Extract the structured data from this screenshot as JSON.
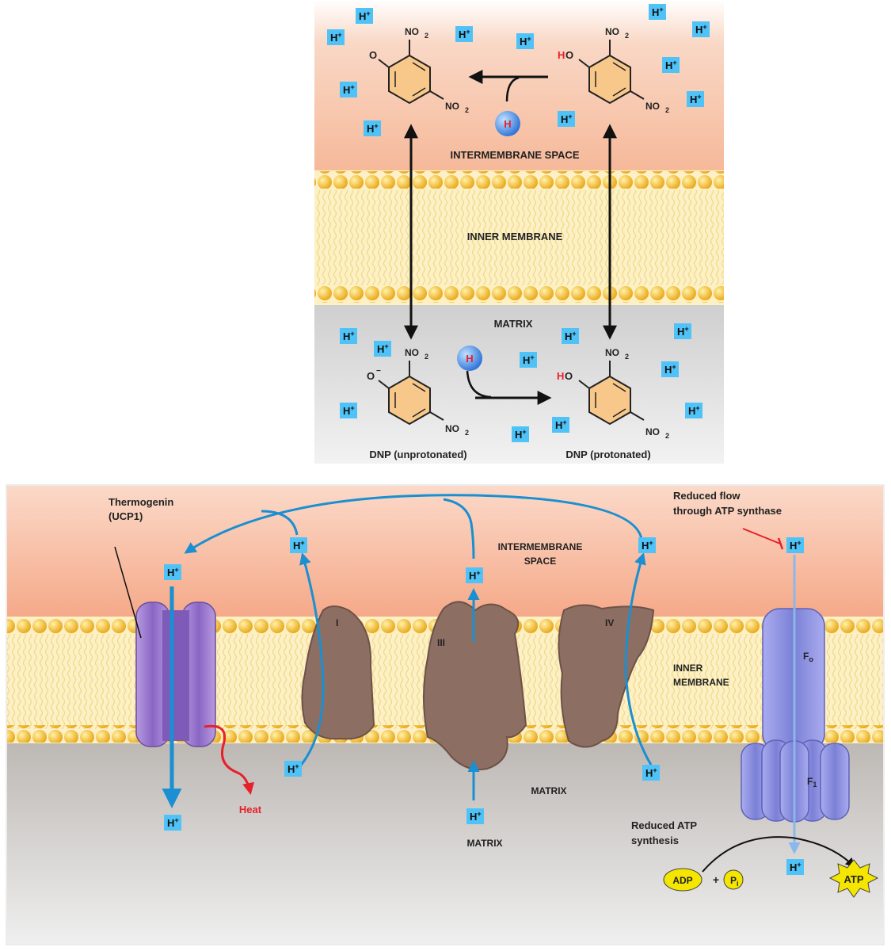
{
  "top_panel": {
    "labels": {
      "intermembrane_space": "INTERMEMBRANE SPACE",
      "inner_membrane": "INNER MEMBRANE",
      "matrix": "MATRIX",
      "dnp_unprotonated": "DNP (unprotonated)",
      "dnp_protonated": "DNP (protonated)"
    },
    "molecule": {
      "no2": "NO",
      "no2_sub": "2",
      "o": "O",
      "o_minus": "O",
      "minus": "−",
      "ho_h": "H",
      "ho_o": "O"
    },
    "proton": "H",
    "plus": "+"
  },
  "bottom_panel": {
    "labels": {
      "thermogenin": "Thermogenin",
      "ucp1": "(UCP1)",
      "reduced_flow_1": "Reduced flow",
      "reduced_flow_2": "through ATP synthase",
      "intermembrane_1": "INTERMEMBRANE",
      "intermembrane_2": "SPACE",
      "inner_1": "INNER",
      "inner_2": "MEMBRANE",
      "matrix_a": "MATRIX",
      "matrix_b": "MATRIX",
      "heat": "Heat",
      "reduced_atp_1": "Reduced ATP",
      "reduced_atp_2": "synthesis",
      "complex_i": "I",
      "complex_iii": "III",
      "complex_iv": "IV",
      "fo": "F",
      "fo_sub": "o",
      "f1": "F",
      "f1_sub": "1",
      "adp": "ADP",
      "plus_sign": "+",
      "pi": "P",
      "pi_sub": "i",
      "atp": "ATP"
    }
  },
  "colors": {
    "proton_box": "#4fc3f7",
    "arrow_blue": "#1a8fd1",
    "heat_red": "#e8202a",
    "membrane_head": "#f5b922",
    "complex_brown": "#8d6e63",
    "thermogenin_purple": "#8e6cc0",
    "atp_synthase": "#8c8fd8",
    "atp_yellow": "#f5e600"
  }
}
